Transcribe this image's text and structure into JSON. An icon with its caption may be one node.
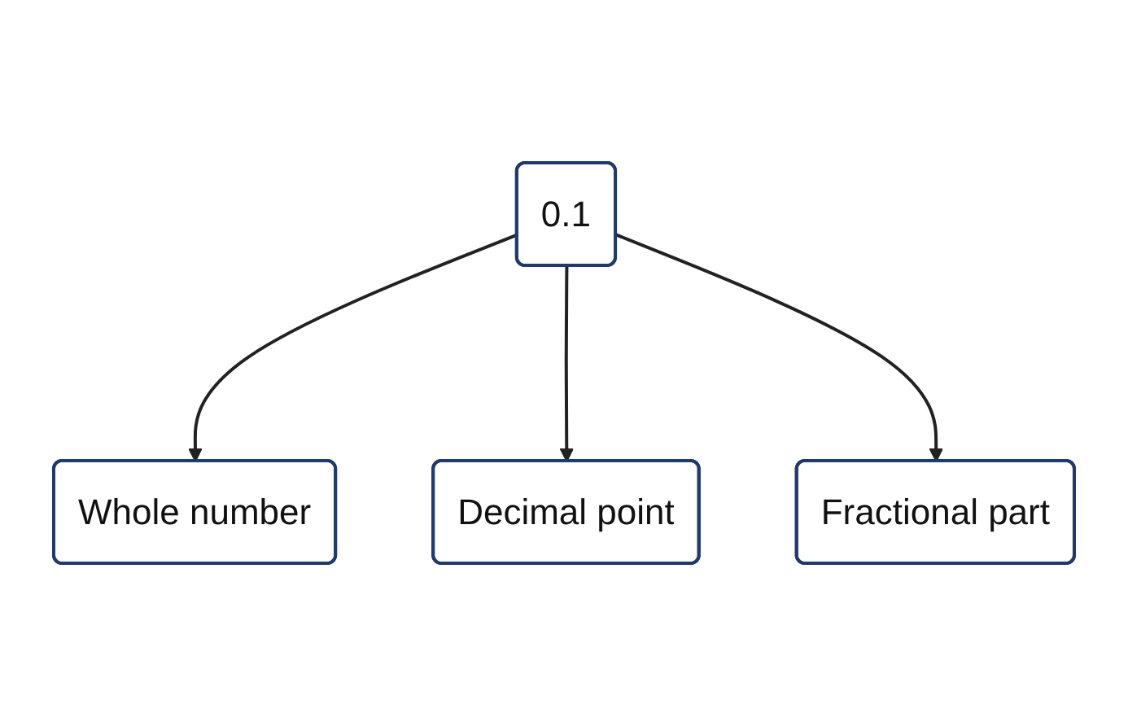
{
  "diagram": {
    "nodes": [
      {
        "text": [
          "0.1"
        ]
      },
      {
        "text": [
          "Whole number"
        ]
      },
      {
        "text": [
          "Decimal point"
        ]
      },
      {
        "text": [
          "Fractional part"
        ]
      }
    ],
    "edges": [
      {
        "from": 0,
        "to": 1,
        "arrow": "to"
      },
      {
        "from": 0,
        "to": 2,
        "arrow": "to"
      },
      {
        "from": 0,
        "to": 3,
        "arrow": "to"
      }
    ]
  }
}
